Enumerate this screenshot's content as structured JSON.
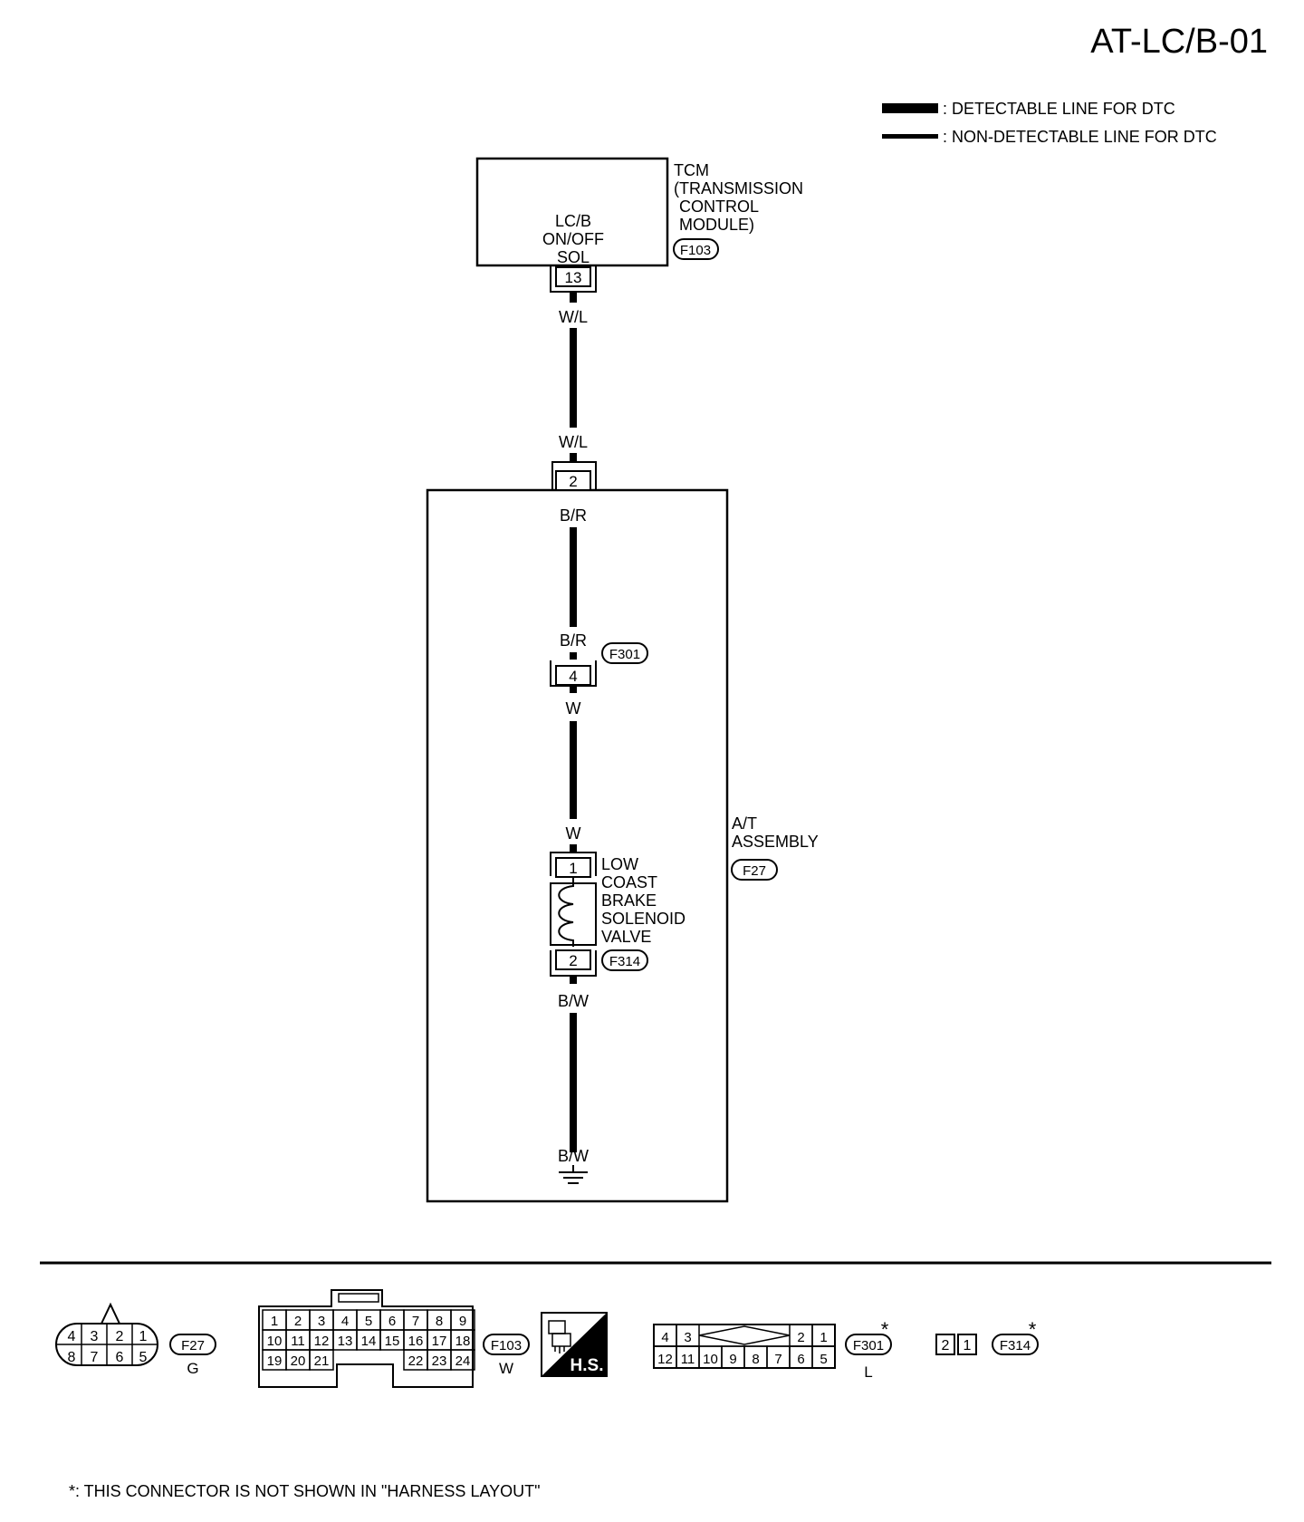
{
  "page_code": "AT-LC/B-01",
  "legend": {
    "detectable": ": DETECTABLE LINE FOR DTC",
    "non_detectable": ": NON-DETECTABLE LINE FOR DTC"
  },
  "tcm": {
    "name_lines": [
      "TCM",
      "(TRANSMISSION",
      "CONTROL",
      "MODULE)"
    ],
    "connector": "F103",
    "function_lines": [
      "LC/B",
      "ON/OFF",
      "SOL"
    ],
    "terminal": "13"
  },
  "wires": {
    "tcm_out": "W/L",
    "at_in": "W/L",
    "seg2_top": "B/R",
    "seg2_bottom": "B/R",
    "seg3_top": "W",
    "seg3_bottom": "W",
    "seg4_top": "B/W",
    "seg4_bottom": "B/W"
  },
  "at_assembly": {
    "name_lines": [
      "A/T",
      "ASSEMBLY"
    ],
    "connector": "F27",
    "terminal": "2"
  },
  "f301": {
    "connector": "F301",
    "terminal": "4"
  },
  "solenoid": {
    "name_lines": [
      "LOW",
      "COAST",
      "BRAKE",
      "SOLENOID",
      "VALVE"
    ],
    "connector": "F314",
    "terminal_top": "1",
    "terminal_bottom": "2"
  },
  "connector_views": {
    "f27": {
      "id": "F27",
      "color": "G",
      "pins_top": [
        "4",
        "3",
        "2",
        "1"
      ],
      "pins_bottom": [
        "8",
        "7",
        "6",
        "5"
      ]
    },
    "f103": {
      "id": "F103",
      "color": "W",
      "row1": [
        "1",
        "2",
        "3",
        "4",
        "5",
        "6",
        "7",
        "8",
        "9"
      ],
      "row2": [
        "10",
        "11",
        "12",
        "13",
        "14",
        "15",
        "16",
        "17",
        "18"
      ],
      "row3_left": [
        "19",
        "20",
        "21"
      ],
      "row3_right": [
        "22",
        "23",
        "24"
      ]
    },
    "hs_badge": "H.S.",
    "f301": {
      "id": "F301",
      "color": "L",
      "asterisk": "*",
      "top_left": [
        "4",
        "3"
      ],
      "top_right": [
        "2",
        "1"
      ],
      "bottom": [
        "12",
        "11",
        "10",
        "9",
        "8",
        "7",
        "6",
        "5"
      ]
    },
    "f314": {
      "id": "F314",
      "asterisk": "*",
      "pins": [
        "2",
        "1"
      ]
    }
  },
  "footnote": "*: THIS CONNECTOR IS NOT SHOWN IN \"HARNESS LAYOUT\""
}
